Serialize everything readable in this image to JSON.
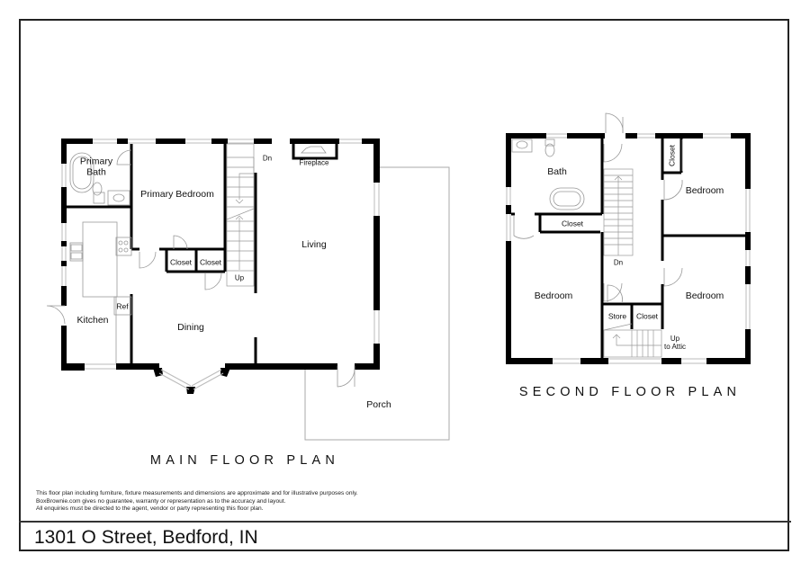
{
  "colors": {
    "wall": "#000000",
    "thin_line": "#999999",
    "window": "#bbbbbb",
    "background": "#ffffff",
    "frame": "#222222"
  },
  "main_floor": {
    "title": "MAIN FLOOR PLAN",
    "rooms": {
      "primary_bath_line1": "Primary",
      "primary_bath_line2": "Bath",
      "primary_bedroom": "Primary Bedroom",
      "closet_1": "Closet",
      "closet_2": "Closet",
      "kitchen": "Kitchen",
      "ref": "Ref",
      "dining": "Dining",
      "living": "Living",
      "fireplace": "Fireplace",
      "porch": "Porch",
      "stairs_up": "Up",
      "stairs_down": "Dn"
    }
  },
  "second_floor": {
    "title": "SECOND FLOOR PLAN",
    "rooms": {
      "bath": "Bath",
      "closet_bath": "Closet",
      "closet_vertical": "Closet",
      "bedroom_top_right": "Bedroom",
      "bedroom_left": "Bedroom",
      "bedroom_bottom_right": "Bedroom",
      "store": "Store",
      "closet_bottom": "Closet",
      "stairs_down": "Dn",
      "attic_line1": "Up",
      "attic_line2": "to Attic"
    }
  },
  "disclaimer": {
    "line1": "This floor plan including furniture, fixture measurements and dimensions are approximate and for illustrative purposes only.",
    "line2": "BoxBrownie.com gives no guarantee, warranty or representation as to the accuracy and layout.",
    "line3": "All enquiries must be directed to the agent, vendor or party representing this floor plan."
  },
  "footer": {
    "address": "1301 O Street, Bedford, IN"
  }
}
